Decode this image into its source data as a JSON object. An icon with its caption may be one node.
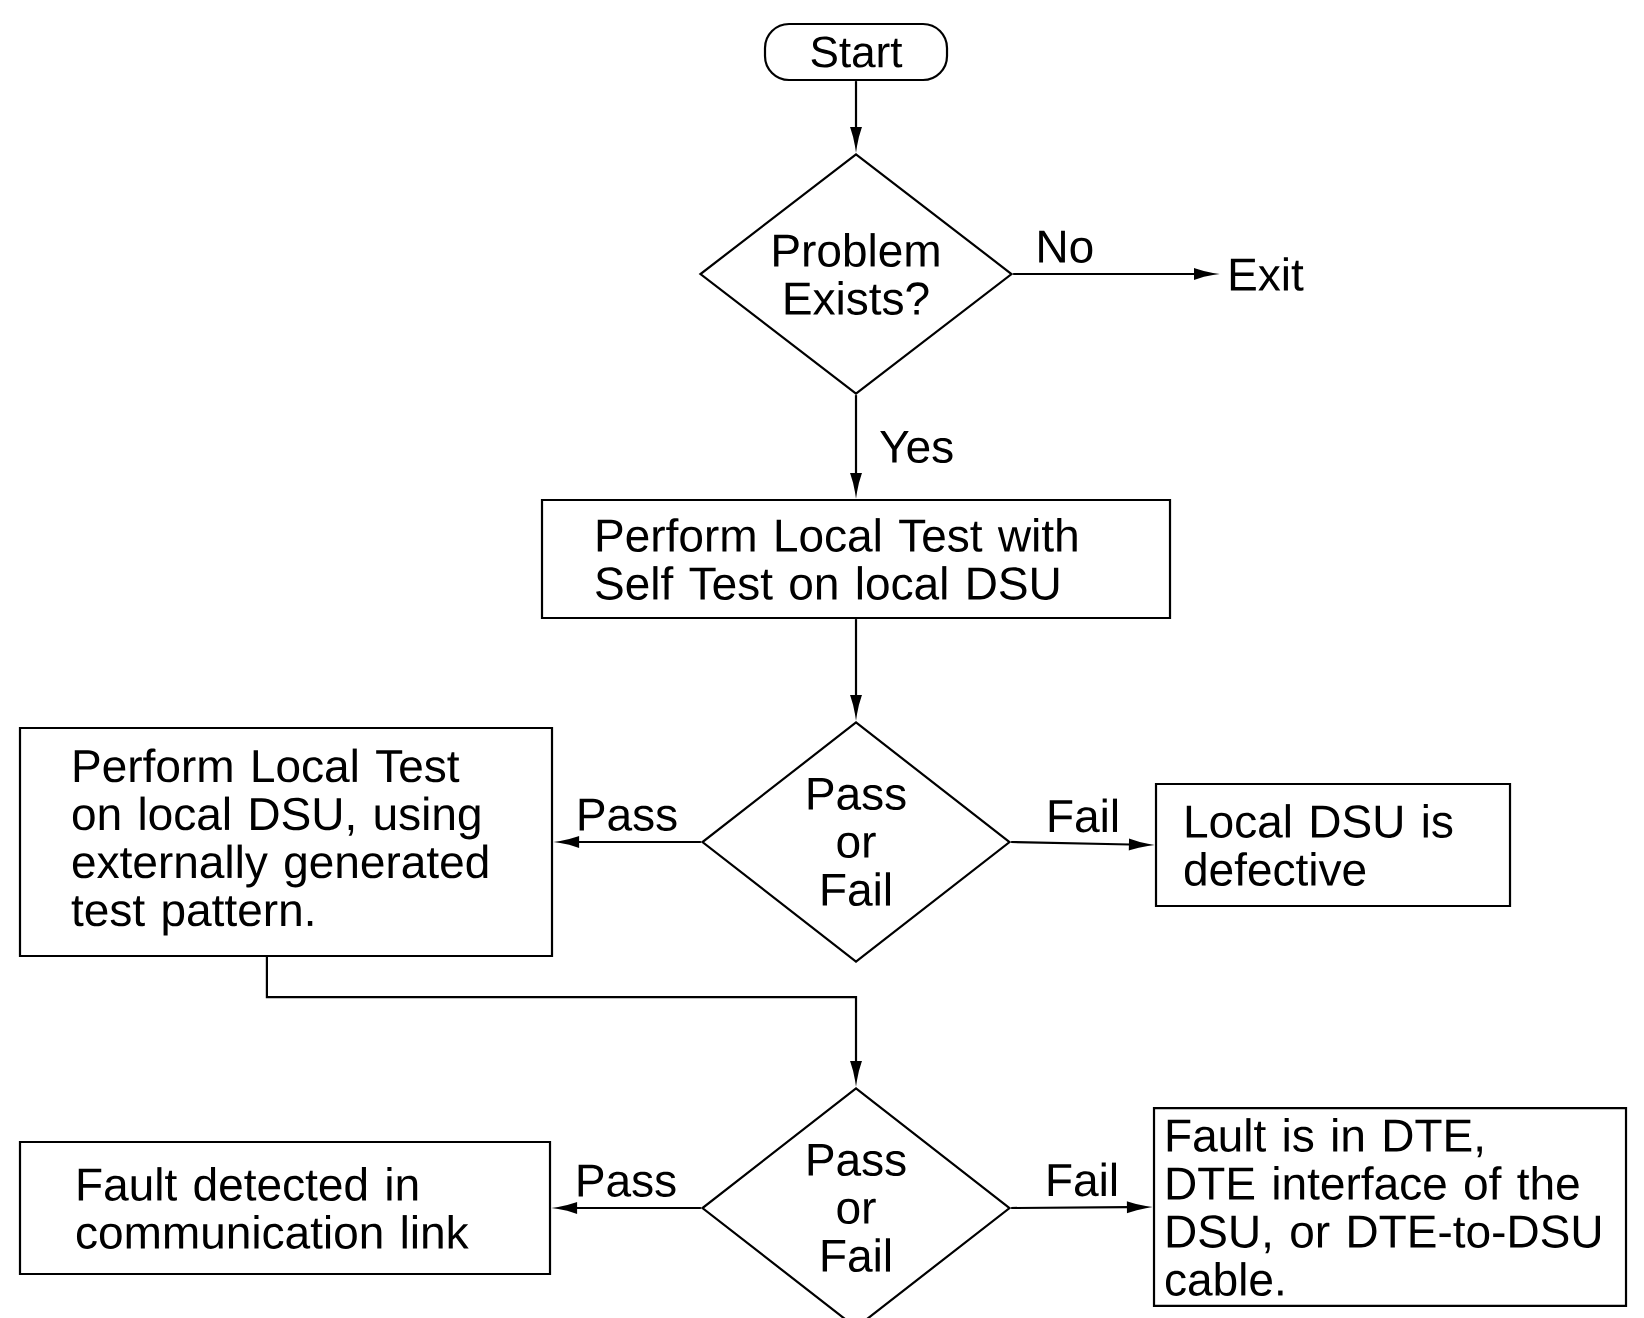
{
  "diagram": {
    "nodes": [
      {
        "text": [
          "Start"
        ]
      },
      {
        "text": [
          "Problem Exists?"
        ]
      },
      {
        "text": [
          "Exit"
        ]
      },
      {
        "text": [
          "Perform Local Test with Self Test on local DSU"
        ]
      },
      {
        "text": [
          "Pass or Fail"
        ]
      },
      {
        "text": [
          "Perform Local Test on local DSU, using externally generated test pattern."
        ]
      },
      {
        "text": [
          "Local DSU is defective"
        ]
      },
      {
        "text": [
          "Pass or Fail"
        ]
      },
      {
        "text": [
          "Fault detected in communication link"
        ]
      },
      {
        "text": [
          "Fault is in DTE, DTE interface of the DSU, or DTE-to-DSU cable."
        ]
      }
    ],
    "edges": [
      {
        "from": 0,
        "to": 1,
        "arrow": "to"
      },
      {
        "from": 1,
        "to": 2,
        "arrow": "to",
        "label": "No"
      },
      {
        "from": 1,
        "to": 3,
        "arrow": "to",
        "label": "Yes"
      },
      {
        "from": 3,
        "to": 4,
        "arrow": "to"
      },
      {
        "from": 4,
        "to": 5,
        "arrow": "to",
        "label": "Pass"
      },
      {
        "from": 4,
        "to": 6,
        "arrow": "to",
        "label": "Fail"
      },
      {
        "from": 5,
        "to": 7,
        "arrow": "to"
      },
      {
        "from": 7,
        "to": 8,
        "arrow": "to",
        "label": "Pass"
      },
      {
        "from": 7,
        "to": 9,
        "arrow": "to",
        "label": "Fail"
      }
    ]
  }
}
